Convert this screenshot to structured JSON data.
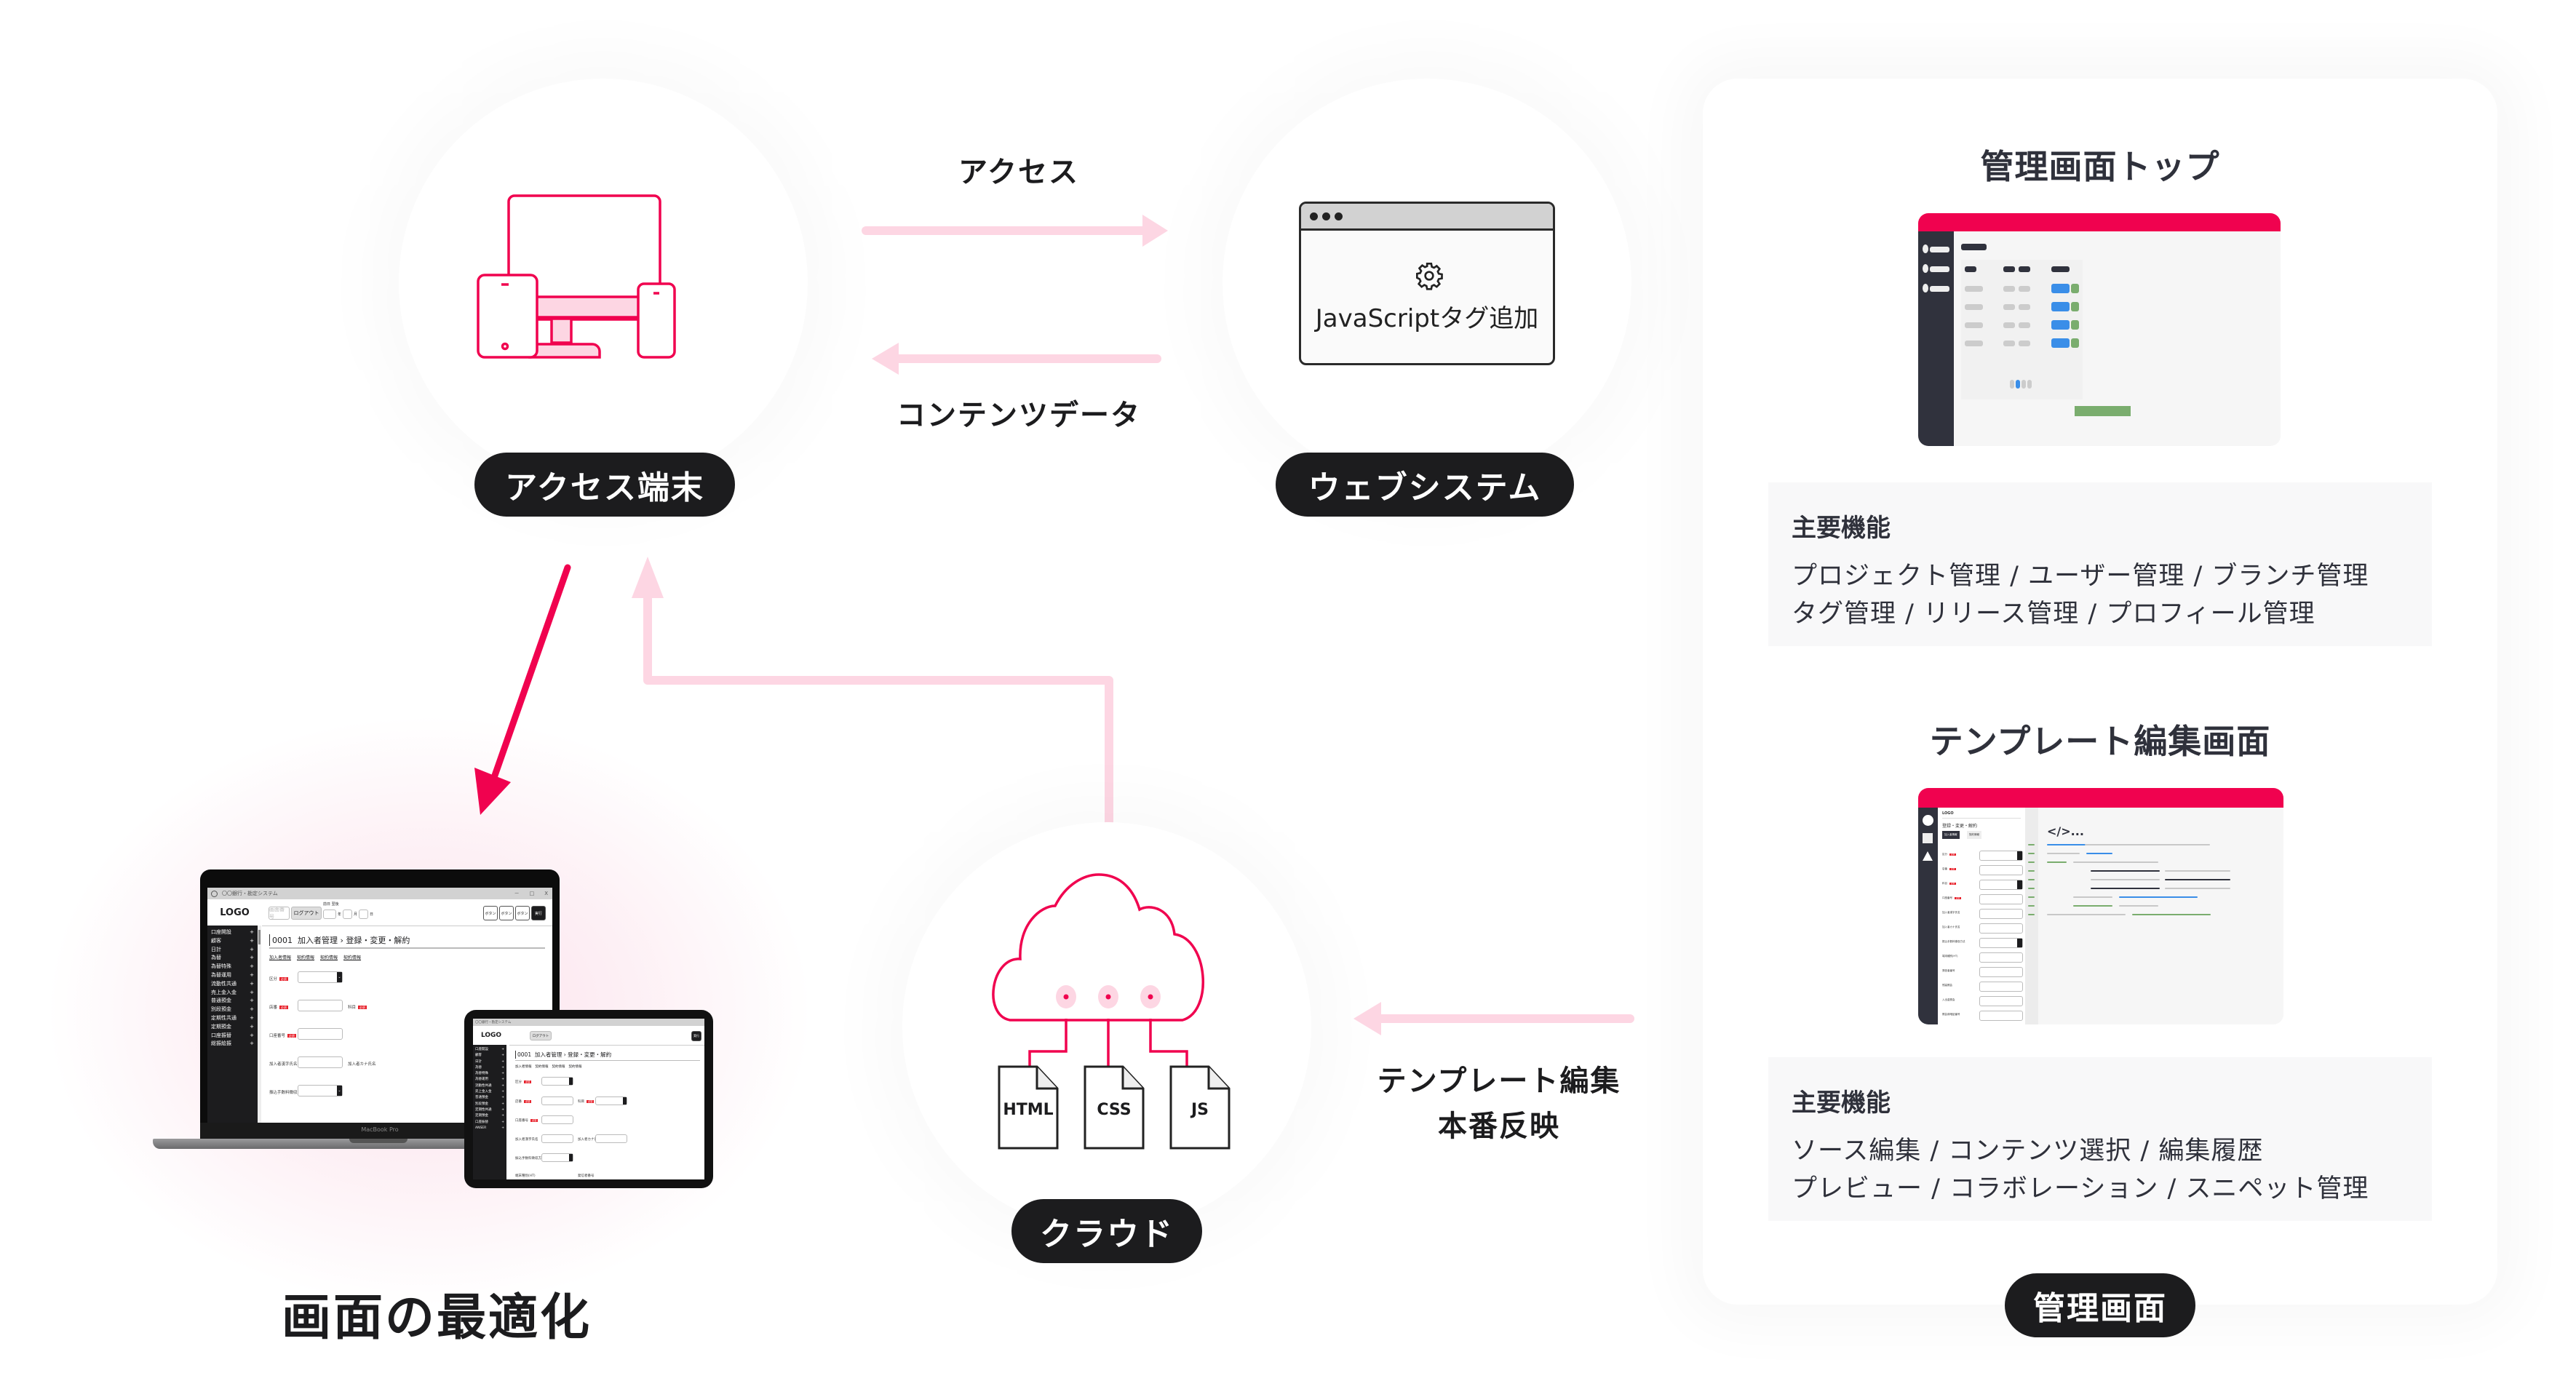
{
  "nodes": {
    "access_device": {
      "label": "アクセス端末",
      "icon": "devices-icon"
    },
    "web_system": {
      "label": "ウェブシステム",
      "window_text": "JavaScriptタグ追加",
      "icon": "gear-icon"
    },
    "cloud": {
      "label": "クラウド",
      "icon": "cloud-icon",
      "files": [
        "HTML",
        "CSS",
        "JS"
      ]
    },
    "admin": {
      "label": "管理画面"
    }
  },
  "flows": {
    "access": "アクセス",
    "content_data": "コンテンツデータ",
    "template_edit_line1": "テンプレート編集",
    "template_edit_line2": "本番反映"
  },
  "optimization": {
    "title": "画面の最適化",
    "laptop_brand": "MacBook Pro",
    "app": {
      "window_title": "〇〇銀行・勘定システム",
      "window_controls": [
        "－",
        "□",
        "X"
      ],
      "logo": "LOGO",
      "screen_no_placeholder": "画面番号",
      "logout": "ログアウト",
      "check_prev": "前日",
      "check_next": "翌後",
      "date_units": [
        "年",
        "月",
        "日"
      ],
      "buttons": [
        "ボタン",
        "ボタン",
        "ボタン"
      ],
      "execute": "実行",
      "page_heading": "0001  加入者管理 › 登録・変更・解約",
      "tabs": [
        "加入者情報",
        "契約情報",
        "契約情報",
        "契約情報"
      ],
      "required": "必須",
      "sidebar": [
        "口座開設",
        "顧客",
        "日計",
        "為替",
        "為替特殊",
        "為替運用",
        "流動性共通",
        "売上金入金",
        "普通預金",
        "別段預金",
        "定期性共通",
        "定期預金",
        "口座振替",
        "総振絵振"
      ],
      "tablet_extra_sidebar": "ANSER",
      "fields": {
        "kubun": "区分",
        "tenban": "店番",
        "kamoku": "科目",
        "koza": "口座番号",
        "kanji": "加入者漢字氏名",
        "kana": "加入者カナ氏名",
        "fee": "振込手数料徴収方法",
        "device": "端末種別(HT)",
        "sender": "発信者番号"
      }
    }
  },
  "admin_panel": {
    "top": {
      "title": "管理画面トップ",
      "features_heading": "主要機能",
      "features_line1": "プロジェクト管理 / ユーザー管理 / ブランチ管理",
      "features_line2": "タグ管理 / リリース管理 / プロフィール管理"
    },
    "editor": {
      "title": "テンプレート編集画面",
      "features_heading": "主要機能",
      "features_line1": "ソース編集 / コンテンツ選択 / 編集履歴",
      "features_line2": "プレビュー / コラボレーション / スニペット管理",
      "mock": {
        "logo": "LOGO",
        "heading": "登録・変更・解約",
        "tab_active": "加入者情報",
        "tab_inactive": "契約情報",
        "required": "必須",
        "code_glyph": "</>...",
        "fields": [
          "区分",
          "店番",
          "科目",
          "口座番号",
          "加入者漢字氏名",
          "加入者カナ氏名",
          "振込手数料徴収方法",
          "端末種別(HT)",
          "発信者番号",
          "残高照会",
          "入出金照会",
          "照会用暗証番号"
        ]
      }
    }
  },
  "colors": {
    "accent": "#f0024f",
    "accent_light": "#fdd6e3",
    "dark": "#1c1c1e",
    "panel_dark": "#30323d",
    "blue": "#3a8ee8",
    "green": "#7aad6e"
  }
}
